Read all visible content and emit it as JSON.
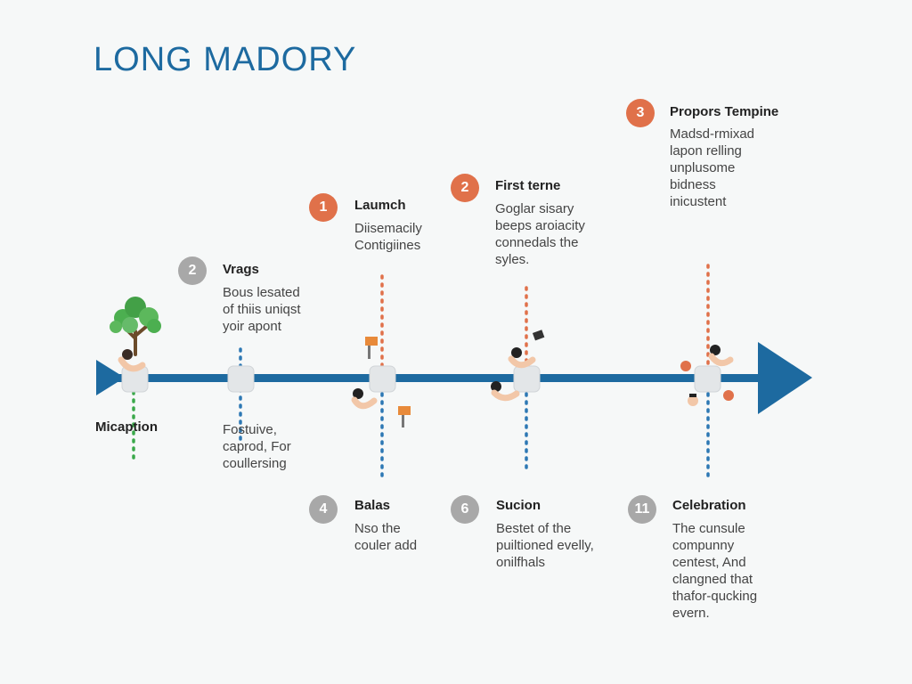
{
  "title": "LONG MADORY",
  "colors": {
    "accent_blue": "#1d6aa0",
    "orange": "#e0714a",
    "gray": "#a8a8a8",
    "node_fill": "#e3e6e8",
    "green": "#3aa84a"
  },
  "start": {
    "label": "Micaption",
    "icon": "tree-icon"
  },
  "upper_events": [
    {
      "badge": "2",
      "style": "gray",
      "label": "Vrags",
      "lines": [
        "Bous lesated",
        "of thiis uniqst",
        "yoir apont"
      ]
    },
    {
      "badge": "1",
      "style": "orange",
      "label": "Laumch",
      "lines": [
        "Diisemacily",
        "Contigiines"
      ]
    },
    {
      "badge": "2",
      "style": "orange",
      "label": "First terne",
      "lines": [
        "Goglar sisary",
        "beeps aroiacity",
        "connedals the",
        "syles."
      ]
    },
    {
      "badge": "3",
      "style": "orange",
      "label": "Propors Tempine",
      "lines": [
        "Madsd-rmixad",
        "lapon relling",
        "unplusome",
        "bidness",
        "inicustent"
      ]
    }
  ],
  "below_note": {
    "lines": [
      "Fostuive,",
      "caprod, For",
      "coullersing"
    ]
  },
  "lower_events": [
    {
      "badge": "4",
      "style": "gray",
      "label": "Balas",
      "lines": [
        "Nso the",
        "couler add"
      ]
    },
    {
      "badge": "6",
      "style": "gray",
      "label": "Sucion",
      "lines": [
        "Bestet of the",
        "puiltioned evelly,",
        "onilfhals"
      ]
    },
    {
      "badge": "11",
      "style": "gray",
      "label": "Celebration",
      "lines": [
        "The cunsule",
        "compunny",
        "centest, And",
        "clangned that",
        "thafor-qucking",
        "evern."
      ]
    }
  ]
}
